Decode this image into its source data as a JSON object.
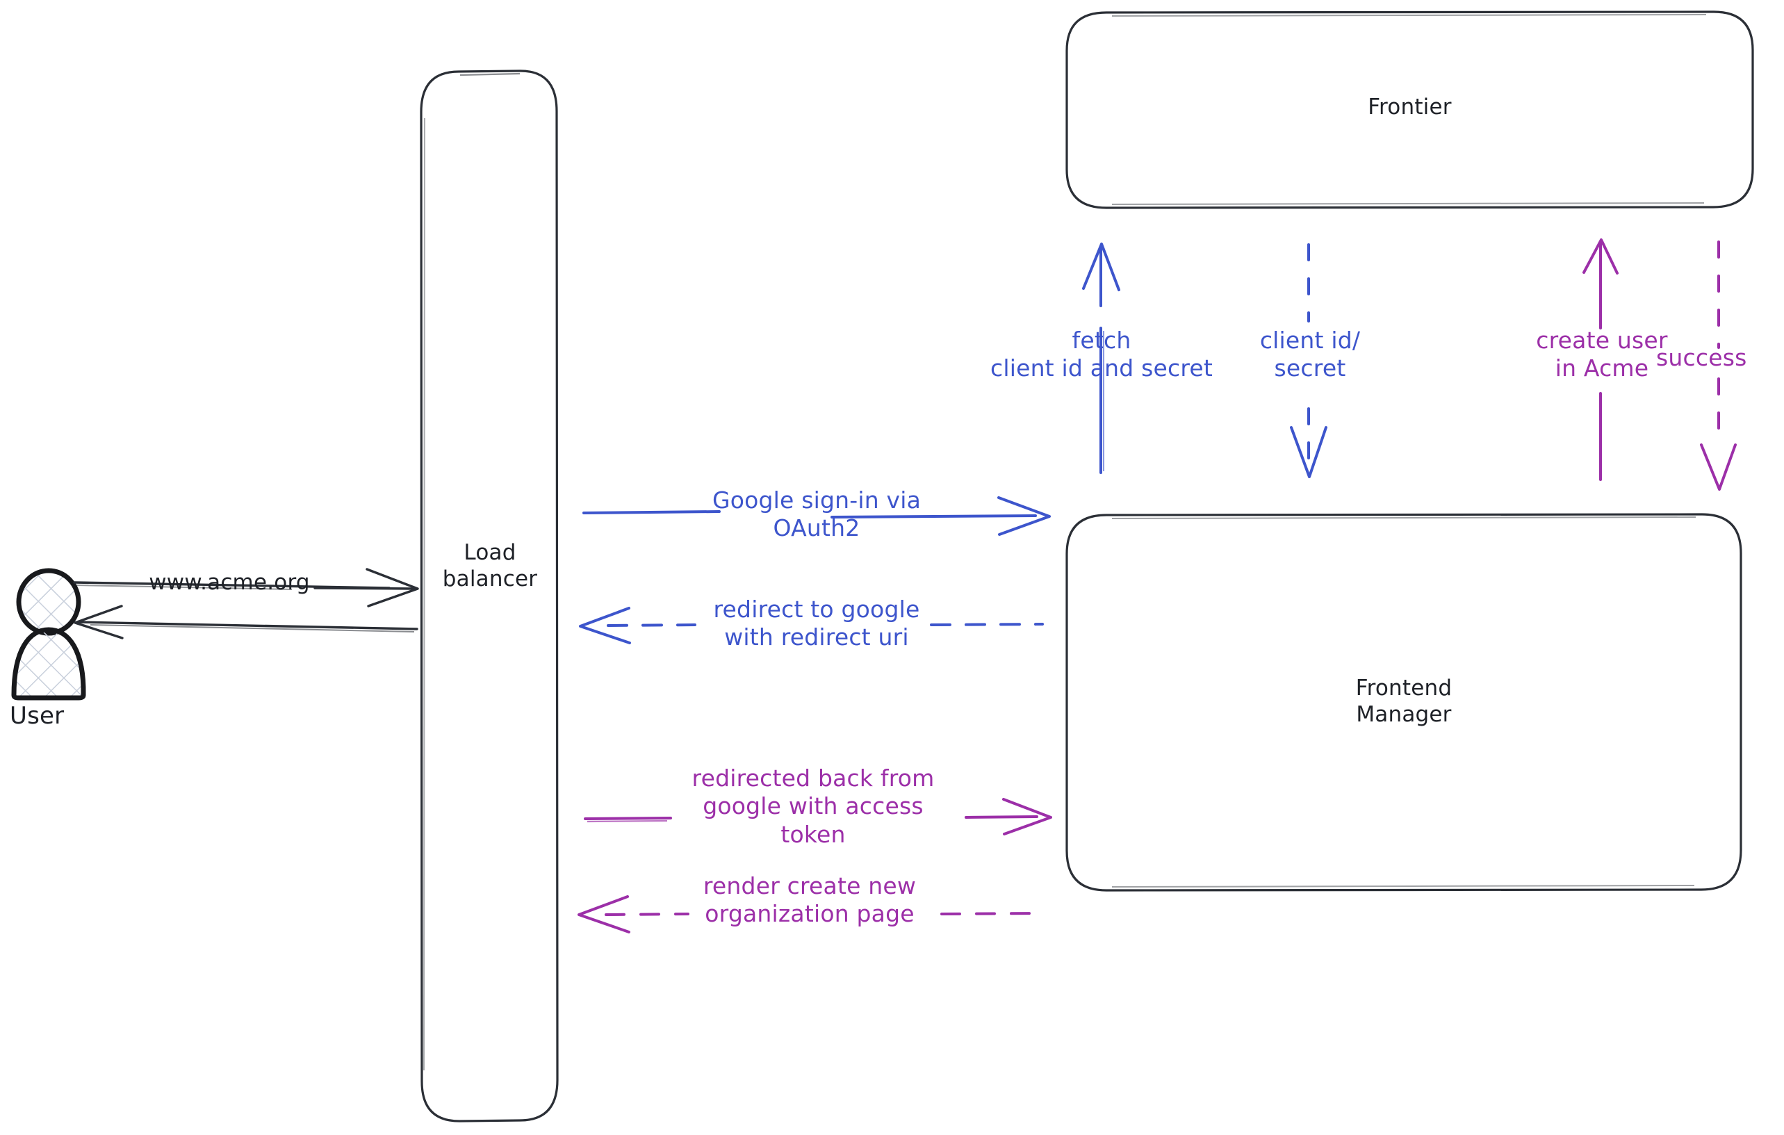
{
  "diagram": {
    "title": "Google OAuth2 sign-in sequence",
    "background": "#ffffff",
    "colors": {
      "stroke": "#1e2127",
      "blue": "#3d55cc",
      "purple": "#9c2fa8",
      "hatch": "#c8cfdb"
    }
  },
  "actors": {
    "user": {
      "label": "User",
      "icon": "user-person-icon"
    }
  },
  "nodes": [
    {
      "id": "load-balancer",
      "label": "Load\nbalancer",
      "shape": "rounded-rect"
    },
    {
      "id": "frontier",
      "label": "Frontier",
      "shape": "rounded-rect"
    },
    {
      "id": "frontend-manager",
      "label": "Frontend\nManager",
      "shape": "rounded-rect"
    }
  ],
  "edges": [
    {
      "id": "user-to-lb",
      "label": "www.acme.org",
      "color": "#1e2127",
      "style": "solid",
      "direction": "right",
      "from": "user",
      "to": "load-balancer"
    },
    {
      "id": "lb-to-user",
      "label": "",
      "color": "#1e2127",
      "style": "solid",
      "direction": "left",
      "from": "load-balancer",
      "to": "user"
    },
    {
      "id": "lb-to-fm-signin",
      "label": "Google sign-in via\nOAuth2",
      "color": "#3d55cc",
      "style": "solid",
      "direction": "right",
      "from": "load-balancer",
      "to": "frontend-manager"
    },
    {
      "id": "fm-to-lb-redirect",
      "label": "redirect to google\nwith redirect uri",
      "color": "#3d55cc",
      "style": "dashed",
      "direction": "left",
      "from": "frontend-manager",
      "to": "load-balancer"
    },
    {
      "id": "lb-to-fm-token",
      "label": "redirected back from\ngoogle with access\ntoken",
      "color": "#9c2fa8",
      "style": "solid",
      "direction": "right",
      "from": "load-balancer",
      "to": "frontend-manager"
    },
    {
      "id": "fm-to-lb-render",
      "label": "render create new\norganization page",
      "color": "#9c2fa8",
      "style": "dashed",
      "direction": "left",
      "from": "frontend-manager",
      "to": "load-balancer"
    },
    {
      "id": "fm-to-frontier-fetch",
      "label": "fetch\nclient id and secret",
      "color": "#3d55cc",
      "style": "solid",
      "direction": "up",
      "from": "frontend-manager",
      "to": "frontier"
    },
    {
      "id": "frontier-to-fm-creds",
      "label": "client id/\nsecret",
      "color": "#3d55cc",
      "style": "dashed",
      "direction": "down",
      "from": "frontier",
      "to": "frontend-manager"
    },
    {
      "id": "fm-to-frontier-create-user",
      "label": "create user\nin Acme",
      "color": "#9c2fa8",
      "style": "solid",
      "direction": "up",
      "from": "frontend-manager",
      "to": "frontier"
    },
    {
      "id": "frontier-to-fm-success",
      "label": "success",
      "color": "#9c2fa8",
      "style": "dashed",
      "direction": "down",
      "from": "frontier",
      "to": "frontend-manager"
    }
  ],
  "edge_labels": {
    "user_to_lb": "www.acme.org",
    "signin_line1": "Google sign-in via",
    "signin_line2": "OAuth2",
    "redirect_line1": "redirect to google",
    "redirect_line2": "with redirect uri",
    "token_line1": "redirected back from",
    "token_line2": "google with access",
    "token_line3": "token",
    "render_line1": "render create new",
    "render_line2": "organization page",
    "fetch_line1": "fetch",
    "fetch_line2": "client id and secret",
    "creds_line1": "client id/",
    "creds_line2": "secret",
    "create_user_line1": "create user",
    "create_user_line2": "in Acme",
    "success": "success"
  },
  "node_labels": {
    "load_balancer_line1": "Load",
    "load_balancer_line2": "balancer",
    "frontier": "Frontier",
    "frontend_manager_line1": "Frontend",
    "frontend_manager_line2": "Manager",
    "user": "User"
  }
}
